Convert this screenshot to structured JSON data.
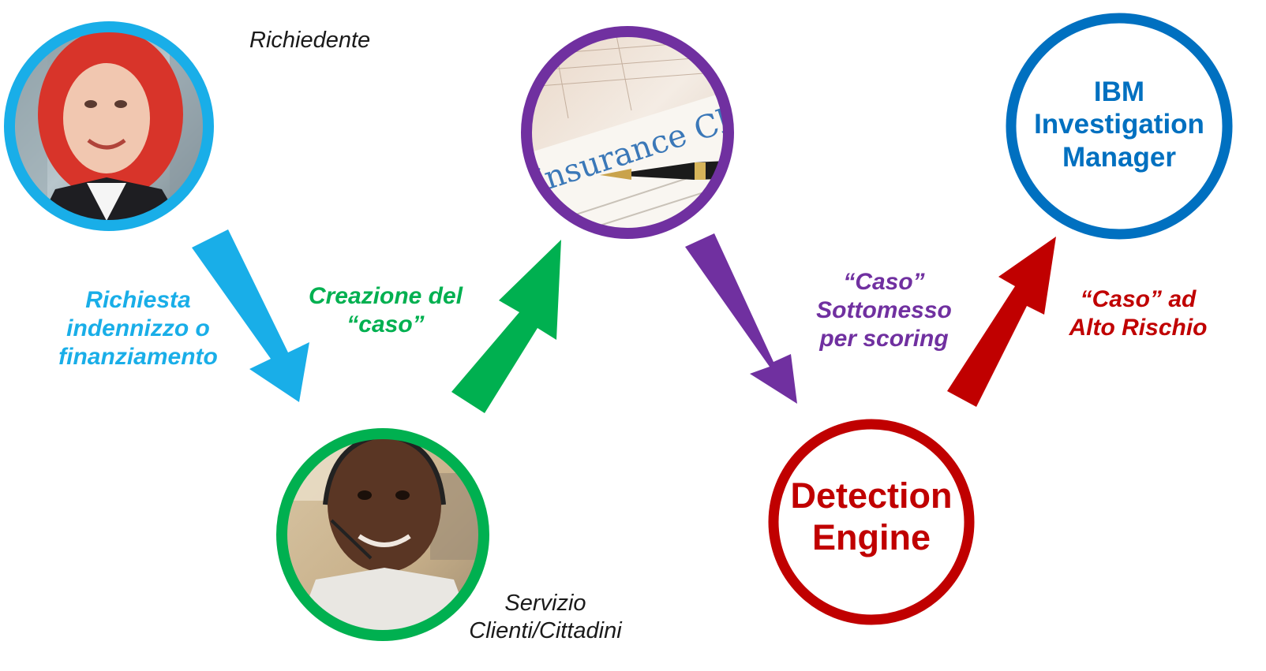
{
  "roles": {
    "requester": "Richiedente",
    "service_line1": "Servizio",
    "service_line2": "Clienti/Cittadini"
  },
  "steps": {
    "request": [
      "Richiesta",
      "indennizzo o",
      "finanziamento"
    ],
    "create_case": [
      "Creazione del",
      "“caso”"
    ],
    "submitted": [
      "“Caso”",
      "Sottomesso",
      "per scoring"
    ],
    "high_risk": [
      "“Caso” ad",
      "Alto Rischio"
    ]
  },
  "nodes": {
    "detection": [
      "Detection",
      "Engine"
    ],
    "ibm": [
      "IBM",
      "Investigation",
      "Manager"
    ]
  },
  "claim_form_text": "Insurance Clai",
  "colors": {
    "cyan": "#19aee8",
    "green": "#00b050",
    "purple": "#7030a0",
    "red": "#c00000",
    "blue": "#0070c0"
  },
  "icons": {
    "requester": "woman-portrait-photo",
    "service": "call-center-agent-photo",
    "claim": "insurance-claim-document-photo"
  }
}
